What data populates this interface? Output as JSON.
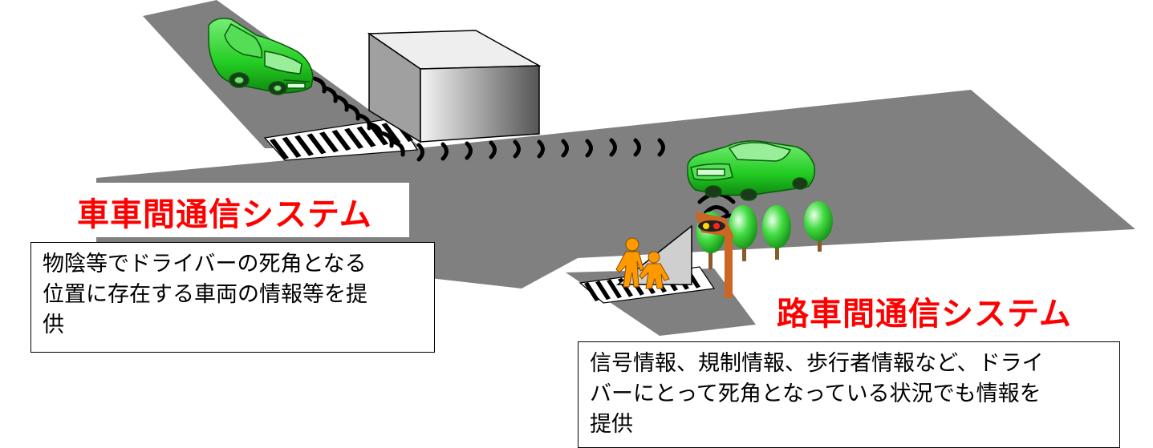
{
  "colors": {
    "road": "#808080",
    "car": "#22dd22",
    "title_text": "#ff0000",
    "signal_pole": "#cc6622",
    "pedestrian": "#ff9900",
    "tree": "#33cc33",
    "tree_trunk": "#8a5a2b"
  },
  "v2v": {
    "title": "車車間通信システム",
    "description": "物陰等でドライバーの死角となる\n位置に存在する車両の情報等を提\n供"
  },
  "r2v": {
    "title": "路車間通信システム",
    "description": "信号情報、規制情報、歩行者情報など、ドライ\nバーにとって死角となっている状況でも情報を\n提供"
  },
  "icons": [
    "car-icon",
    "building-icon",
    "traffic-signal-icon",
    "pedestrian-icon",
    "tree-icon",
    "radio-wave-icon"
  ]
}
